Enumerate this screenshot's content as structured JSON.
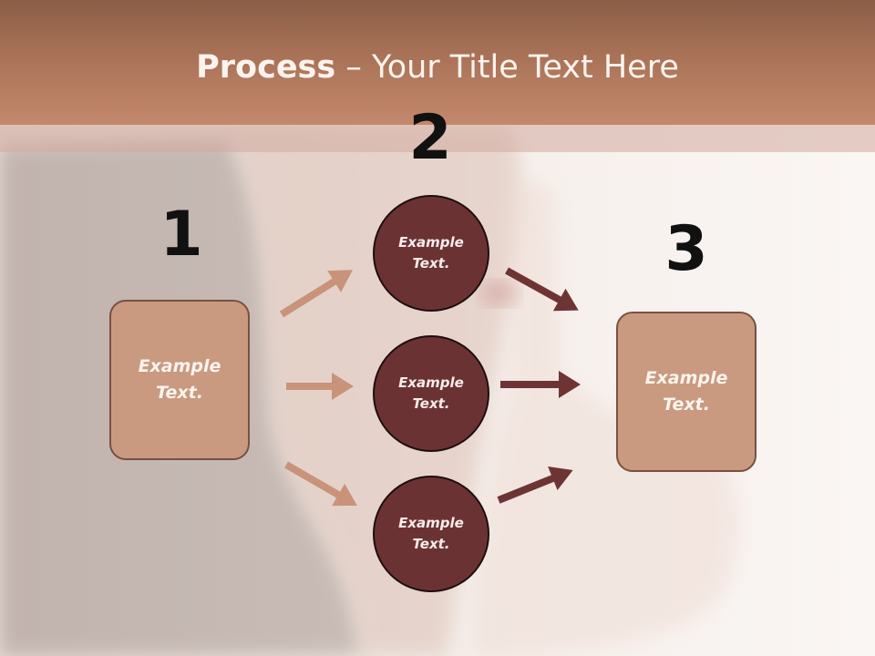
{
  "slide": {
    "title_bold": "Process",
    "title_rest": " – Your Title Text Here"
  },
  "steps": {
    "one": "1",
    "two": "2",
    "three": "3"
  },
  "boxes": {
    "left": "Example Text.",
    "right": "Example Text."
  },
  "circles": {
    "top": "Example Text.",
    "middle": "Example Text.",
    "bottom": "Example Text."
  },
  "colors": {
    "header": "#b07a5e",
    "box_fill": "#c99a80",
    "box_border": "#7a5040",
    "circle_fill": "#6b3234",
    "arrow_light": "#c9937a",
    "arrow_dark": "#6e3434"
  },
  "icons": {
    "arrow": "arrow-right-icon"
  }
}
